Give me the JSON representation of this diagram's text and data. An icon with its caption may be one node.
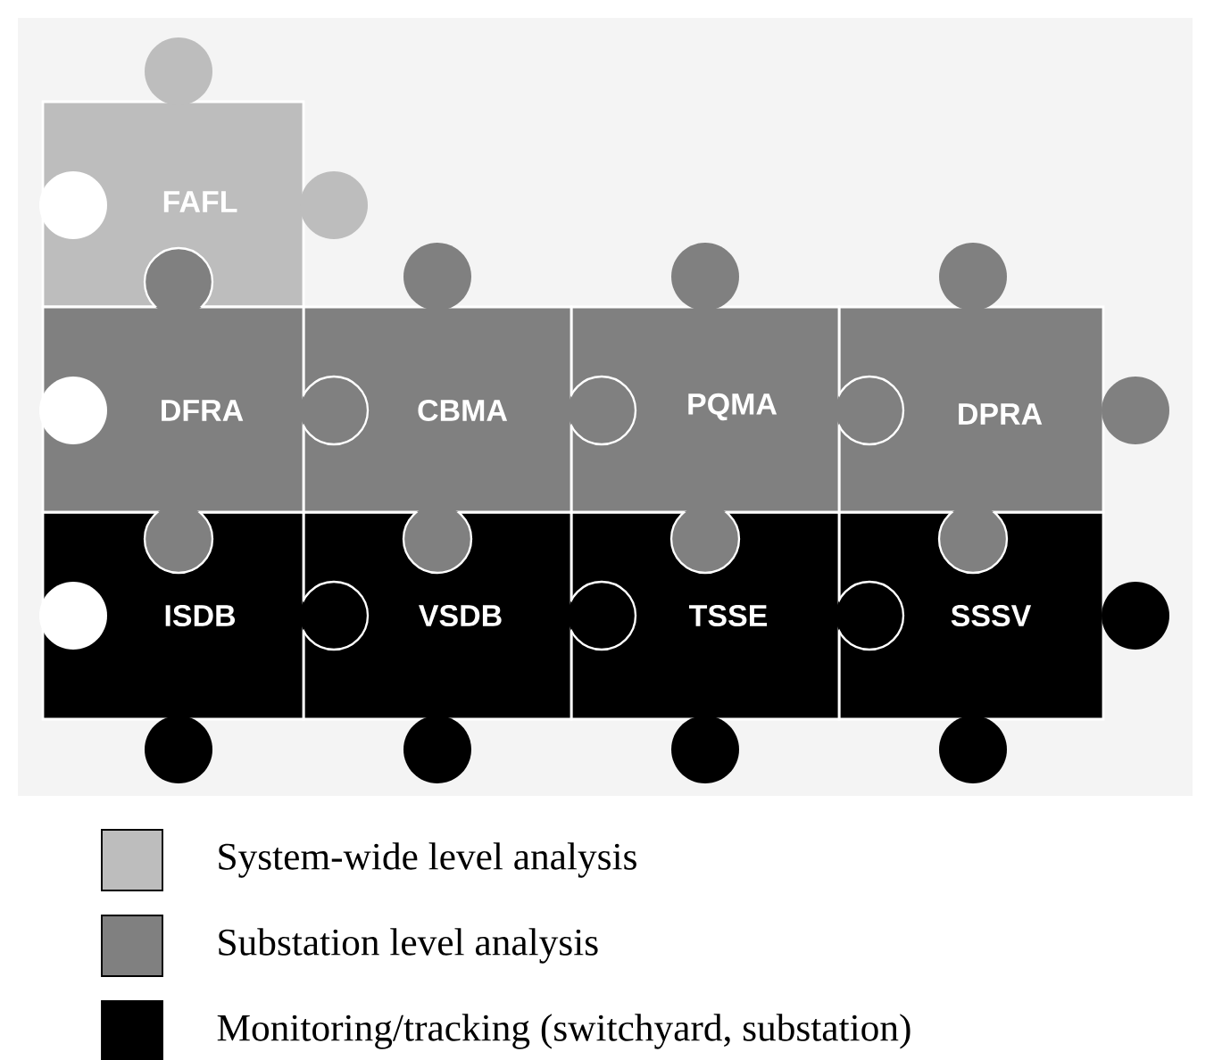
{
  "diagram": {
    "nodes": [
      {
        "text": [
          "FAFL"
        ]
      },
      {
        "text": [
          "DFRA"
        ]
      },
      {
        "text": [
          "CBMA"
        ]
      },
      {
        "text": [
          "PQMA"
        ]
      },
      {
        "text": [
          "DPRA"
        ]
      },
      {
        "text": [
          "ISDB"
        ]
      },
      {
        "text": [
          "VSDB"
        ]
      },
      {
        "text": [
          "TSSE"
        ]
      },
      {
        "text": [
          "SSSV"
        ]
      }
    ],
    "legend": [
      {
        "text": "System-wide level analysis",
        "color": "#bdbdbd"
      },
      {
        "text": "Substation level analysis",
        "color": "#808080"
      },
      {
        "text": "Monitoring/tracking (switchyard, substation)",
        "color": "#000000"
      }
    ]
  }
}
